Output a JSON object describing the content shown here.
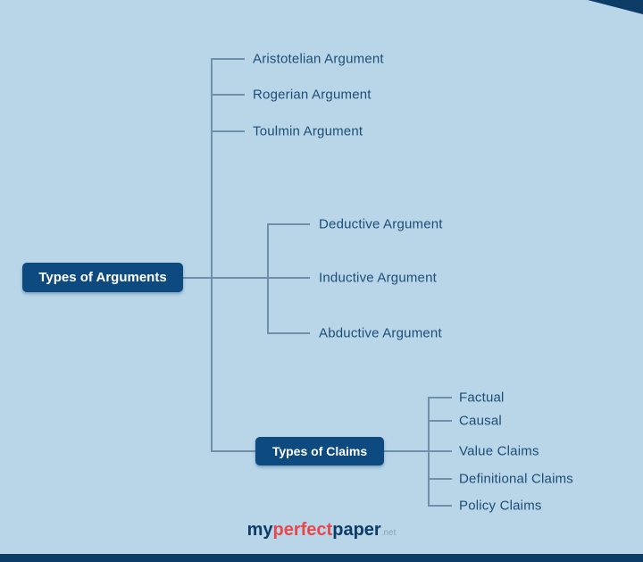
{
  "colors": {
    "background": "#b9d5e8",
    "node_fill": "#0d4a80",
    "node_text": "#ffffff",
    "connector": "#6e90ab",
    "label_text": "#1c4e78",
    "footer_bar": "#0d3c66",
    "logo_accent": "#e8474b"
  },
  "root": {
    "label": "Types of Arguments"
  },
  "claims_node": {
    "label": "Types of Claims"
  },
  "argument_types": [
    "Aristotelian Argument",
    "Rogerian Argument",
    "Toulmin Argument"
  ],
  "reasoning_types": [
    "Deductive Argument",
    "Inductive Argument",
    "Abductive Argument"
  ],
  "claim_types": [
    "Factual",
    "Causal",
    "Value Claims",
    "Definitional Claims",
    "Policy Claims"
  ],
  "logo": {
    "part1": "my",
    "part2": "perfect",
    "part3": "paper",
    "suffix": ".net"
  }
}
